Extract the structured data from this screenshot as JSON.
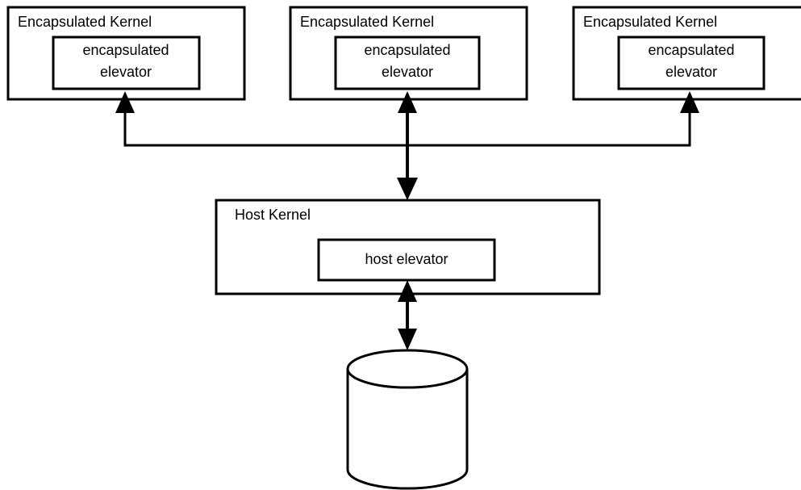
{
  "encapsulated_kernels": [
    {
      "title": "Encapsulated Kernel",
      "elevator_line1": "encapsulated",
      "elevator_line2": "elevator"
    },
    {
      "title": "Encapsulated Kernel",
      "elevator_line1": "encapsulated",
      "elevator_line2": "elevator"
    },
    {
      "title": "Encapsulated Kernel",
      "elevator_line1": "encapsulated",
      "elevator_line2": "elevator"
    }
  ],
  "host_kernel": {
    "title": "Host Kernel",
    "elevator_label": "host elevator"
  }
}
